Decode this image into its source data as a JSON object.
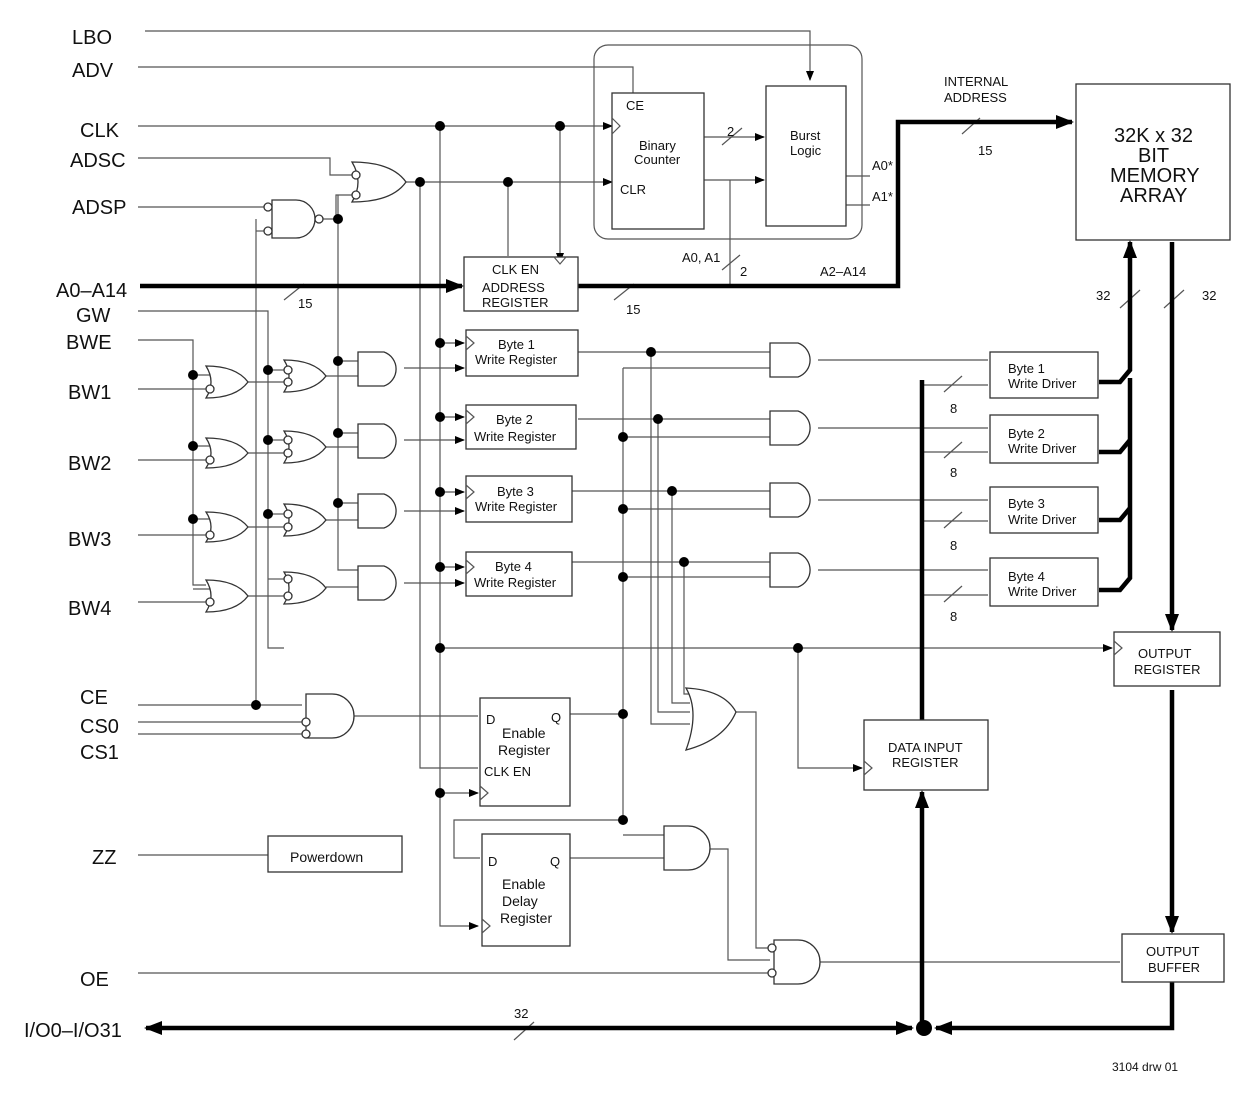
{
  "pins": {
    "lbo": "LBO",
    "adv": "ADV",
    "clk": "CLK",
    "adsc": "ADSC",
    "adsp": "ADSP",
    "addr": "A0–A14",
    "gw": "GW",
    "bwe": "BWE",
    "bw1": "BW1",
    "bw2": "BW2",
    "bw3": "BW3",
    "bw4": "BW4",
    "ce": "CE",
    "cs0": "CS0",
    "cs1": "CS1",
    "zz": "ZZ",
    "oe": "OE",
    "io": "I/O0–I/O31"
  },
  "blocks": {
    "binary_counter": {
      "ce": "CE",
      "name1": "Binary",
      "name2": "Counter",
      "clr": "CLR"
    },
    "burst_logic": {
      "name1": "Burst",
      "name2": "Logic",
      "a0": "A0*",
      "a1": "A1*"
    },
    "address_register": {
      "l1": "CLK EN",
      "l2": "ADDRESS",
      "l3": "REGISTER"
    },
    "memory_array": {
      "l1": "32K x 32",
      "l2": "BIT",
      "l3": "MEMORY",
      "l4": "ARRAY"
    },
    "write_registers": [
      {
        "l1": "Byte 1",
        "l2": "Write Register"
      },
      {
        "l1": "Byte 2",
        "l2": "Write Register"
      },
      {
        "l1": "Byte 3",
        "l2": "Write Register"
      },
      {
        "l1": "Byte 4",
        "l2": "Write Register"
      }
    ],
    "write_drivers": [
      {
        "l1": "Byte 1",
        "l2": "Write Driver"
      },
      {
        "l1": "Byte 2",
        "l2": "Write Driver"
      },
      {
        "l1": "Byte 3",
        "l2": "Write Driver"
      },
      {
        "l1": "Byte 4",
        "l2": "Write Driver"
      }
    ],
    "output_register": {
      "l1": "OUTPUT",
      "l2": "REGISTER"
    },
    "output_buffer": {
      "l1": "OUTPUT",
      "l2": "BUFFER"
    },
    "data_input_register": {
      "l1": "DATA INPUT",
      "l2": "REGISTER"
    },
    "enable_register": {
      "d": "D",
      "q": "Q",
      "l1": "Enable",
      "l2": "Register",
      "clken": "CLK EN"
    },
    "enable_delay_register": {
      "d": "D",
      "q": "Q",
      "l1": "Enable",
      "l2": "Delay",
      "l3": "Register"
    },
    "powerdown": {
      "label": "Powerdown"
    }
  },
  "bus_labels": {
    "internal_address_1": "INTERNAL",
    "internal_address_2": "ADDRESS",
    "internal_width": "15",
    "burst_width": "2",
    "a0a1": "A0, A1",
    "a0a1_width": "2",
    "a2a14": "A2–A14",
    "addr_in_width": "15",
    "addr_reg_width": "15",
    "array_in_width": "32",
    "array_out_width": "32",
    "driver_width": "8",
    "io_width": "32"
  },
  "footer": "3104 drw 01"
}
